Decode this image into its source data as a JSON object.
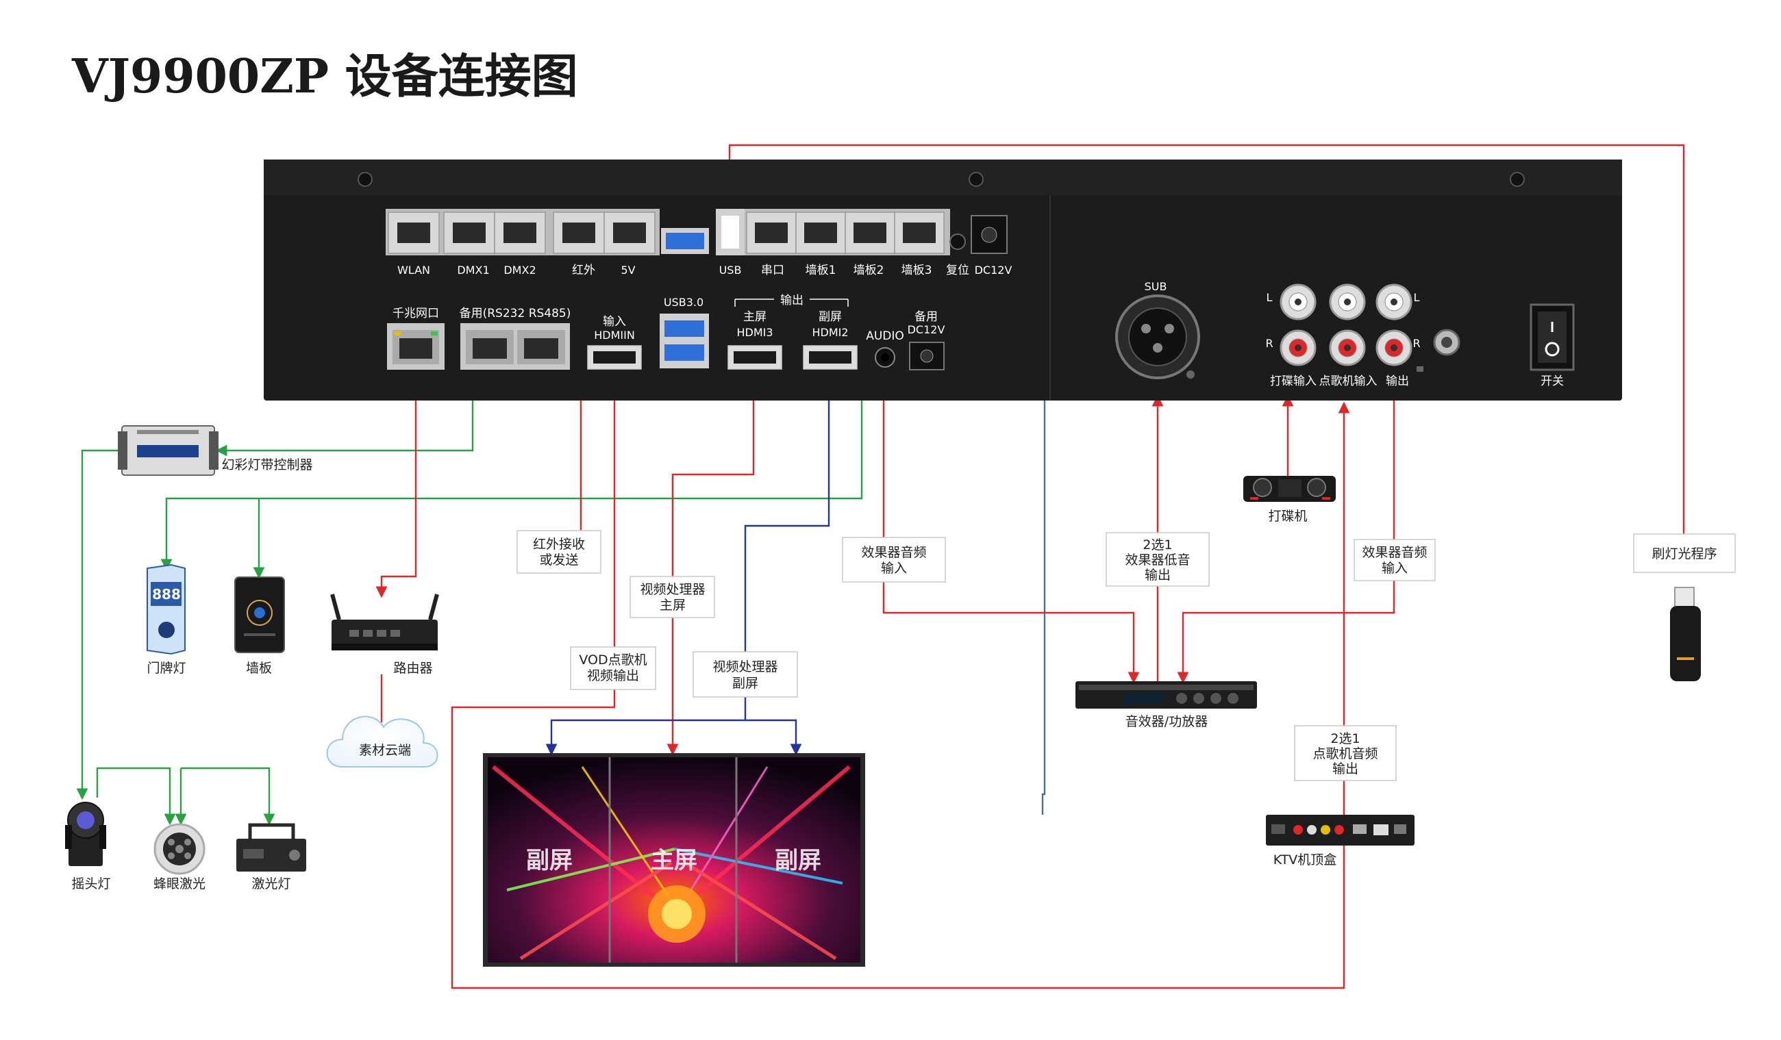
{
  "title": "VJ9900ZP 设备连接图",
  "ports": {
    "wlan": "WLAN",
    "dmx1": "DMX1",
    "dmx2": "DMX2",
    "ir": "红外",
    "v5": "5V",
    "usb": "USB",
    "serial": "串口",
    "wall1": "墙板1",
    "wall2": "墙板2",
    "wall3": "墙板3",
    "reset": "复位",
    "dc12v": "DC12V",
    "gigabit": "千兆网口",
    "backup_serial": "备用(RS232 RS485)",
    "hdmi_in_title": "输入",
    "hdmi_in": "HDMIIN",
    "usb3": "USB3.0",
    "output": "输出",
    "main_screen": "主屏",
    "hdmi3": "HDMI3",
    "sub_screen": "副屏",
    "hdmi2": "HDMI2",
    "audio": "AUDIO",
    "backup_dc_title": "备用",
    "backup_dc": "DC12V",
    "sub": "SUB",
    "rca_l": "L",
    "rca_r": "R",
    "dj_in": "打碟输入",
    "vod_in": "点歌机输入",
    "rca_out": "输出",
    "power": "开关"
  },
  "devices": {
    "led_controller": "幻彩灯带控制器",
    "door_light": "门牌灯",
    "door_light_number": "888",
    "wall_panel": "墙板",
    "router": "路由器",
    "cloud": "素材云端",
    "moving_head": "摇头灯",
    "beam_laser": "蜂眼激光",
    "laser": "激光灯",
    "dj_controller": "打碟机",
    "effector": "音效器/功放器",
    "ktv_box": "KTV机顶盒",
    "usb_stick": "刷灯光程序"
  },
  "boxes": {
    "ir_box": [
      "红外接收",
      "或发送"
    ],
    "video_main": [
      "视频处理器",
      "主屏"
    ],
    "vod_out": [
      "VOD点歌机",
      "视频输出"
    ],
    "video_sub": [
      "视频处理器",
      "副屏"
    ],
    "effector_in": [
      "效果器音频",
      "输入"
    ],
    "bass_out": [
      "2选1",
      "效果器低音",
      "输出"
    ],
    "effector_audio_in": [
      "效果器音频",
      "输入"
    ],
    "vod_audio_out": [
      "2选1",
      "点歌机音频",
      "输出"
    ],
    "light_program": [
      "刷灯光程序"
    ]
  },
  "screen": {
    "left": "副屏",
    "center": "主屏",
    "right": "副屏"
  },
  "colors": {
    "red_wire": "#e02626",
    "green_wire": "#27a243",
    "blue_wire": "#4a6fa5",
    "navy_wire": "#223399",
    "panel": "#1c1c1c"
  }
}
